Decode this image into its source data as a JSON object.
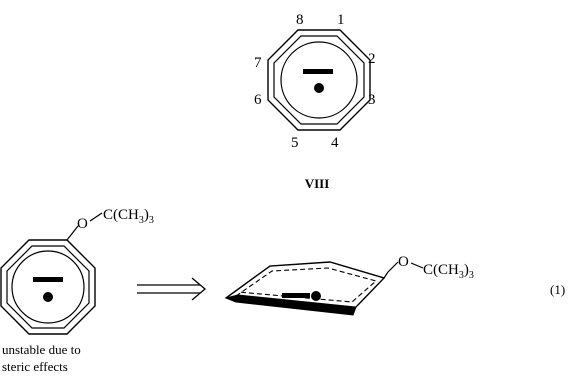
{
  "structure_top": {
    "label": "VIII",
    "positions": [
      "1",
      "2",
      "3",
      "4",
      "5",
      "6",
      "7",
      "8"
    ],
    "charge": "−"
  },
  "reaction": {
    "substituent_left": "O",
    "group_left": "C(CH3)3",
    "caption_line1": "unstable due to",
    "caption_line2": "steric effects",
    "substituent_right": "O",
    "group_right": "C(CH3)3",
    "equation_number": "(1)"
  }
}
